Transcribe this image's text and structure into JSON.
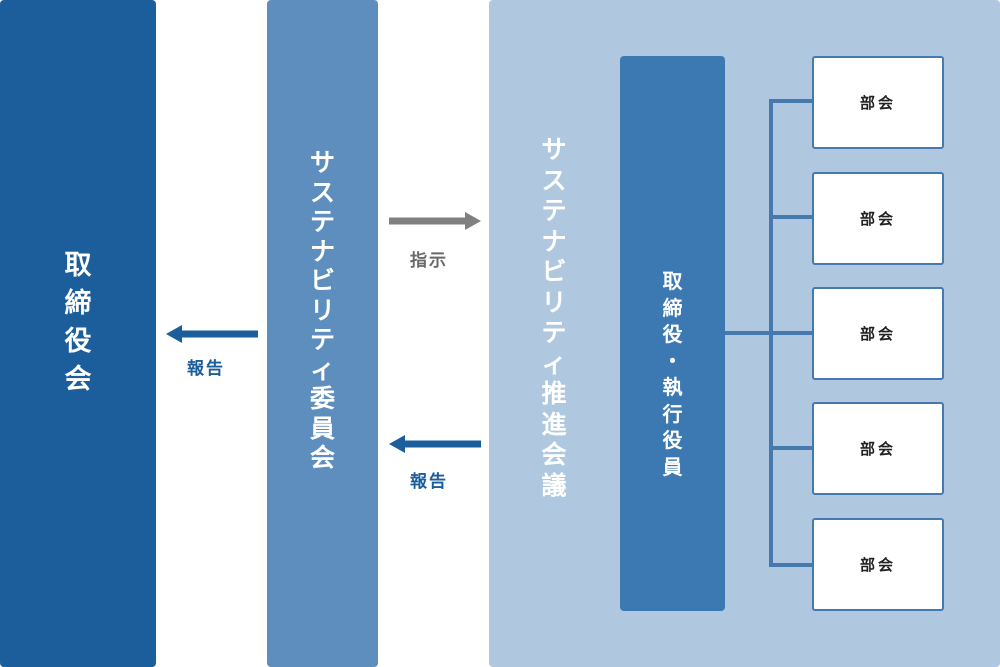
{
  "board": {
    "label_chars": [
      "取",
      "締",
      "役",
      "会"
    ]
  },
  "committee": {
    "label_chars": [
      "サ",
      "ス",
      "テ",
      "ナ",
      "ビ",
      "リ",
      "テ",
      "ィ",
      "委",
      "員",
      "会"
    ]
  },
  "council": {
    "label_chars": [
      "サ",
      "ス",
      "テ",
      "ナ",
      "ビ",
      "リ",
      "テ",
      "ィ",
      "推",
      "進",
      "会",
      "議"
    ]
  },
  "executives": {
    "label_chars": [
      "取",
      "締",
      "役",
      "・",
      "執",
      "行",
      "役",
      "員"
    ]
  },
  "arrows": {
    "report_to_board": "報告",
    "instruct": "指示",
    "report_to_committee": "報告"
  },
  "departments": [
    {
      "label": "部会"
    },
    {
      "label": "部会"
    },
    {
      "label": "部会"
    },
    {
      "label": "部会"
    },
    {
      "label": "部会"
    }
  ],
  "colors": {
    "board": "#1c5d9c",
    "committee": "#5e8ebe",
    "council": "#afc8df",
    "executives": "#3c79b2",
    "report_arrow": "#1c5d9c",
    "instruct_arrow": "#808080",
    "connector": "#4679ae"
  }
}
